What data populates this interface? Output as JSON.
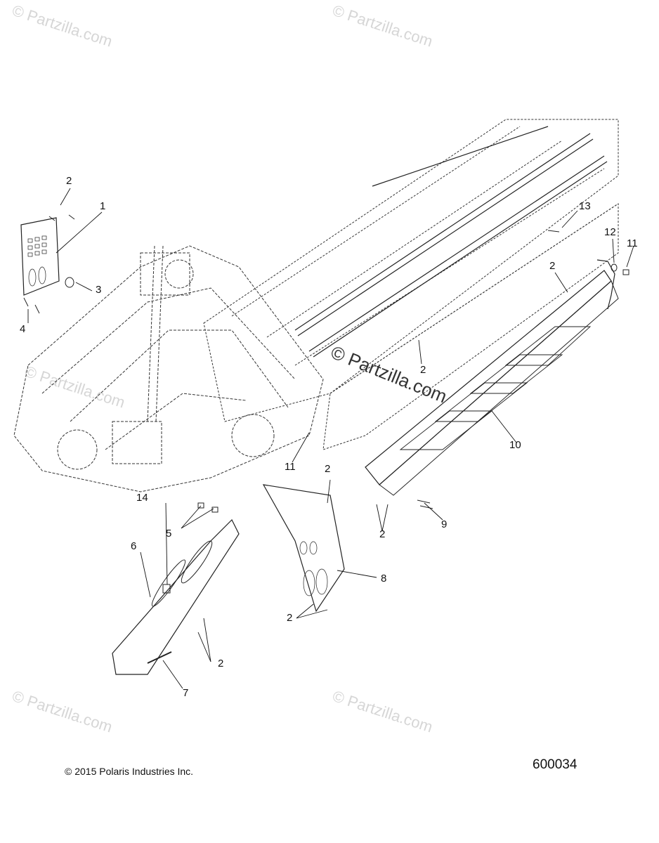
{
  "watermark": {
    "text": "© Partzilla.com"
  },
  "callouts": {
    "c1": "1",
    "c2a": "2",
    "c3": "3",
    "c4": "4",
    "c2b": "2",
    "c13": "13",
    "c12": "12",
    "c11a": "11",
    "c2c": "2",
    "c10": "10",
    "c11b": "11",
    "c2d": "2",
    "c5": "5",
    "c14": "14",
    "c6": "6",
    "c8": "8",
    "c2e": "2",
    "c9": "9",
    "c2f": "2",
    "c2g": "2",
    "c7": "7"
  },
  "footer": {
    "copyright": "© 2015 Polaris Industries Inc.",
    "diagram_id": "600034"
  },
  "colors": {
    "line": "#222222",
    "watermark": "#d6d6d6"
  }
}
